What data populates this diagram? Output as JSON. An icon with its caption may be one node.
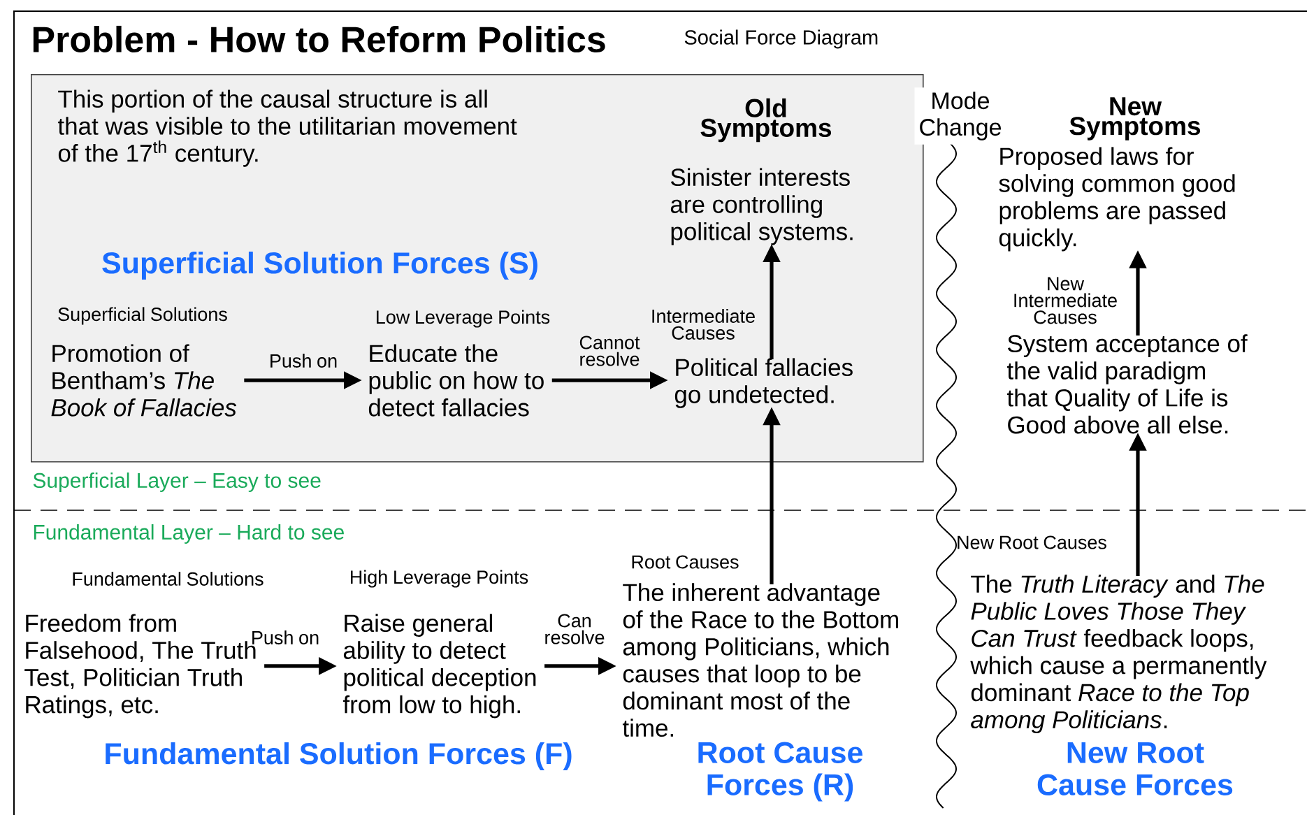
{
  "diagram": {
    "title": "Problem - How to Reform Politics",
    "nodes": [
      {
        "text": [
          "This portion of the causal structure is all that was visible to the utilitarian movement of the 17$^{th}$ century."
        ]
      },
      {
        "text": [
          "Old Symptoms",
          "Sinister interests are controlling political systems."
        ],
        "in": 0
      },
      {
        "text": [
          "Superficial Solutions",
          "Promotion of Bentham’s *The Book of Fallacies*"
        ],
        "in": 0
      },
      {
        "text": [
          "Low Leverage Points",
          "Educate the public on how to detect fallacies"
        ],
        "in": 0
      },
      {
        "text": [
          "Intermediate Causes",
          "Political fallacies go undetected."
        ],
        "in": 0
      },
      {
        "text": [
          "Fundamental Solutions",
          "Freedom from Falsehood, The Truth Test, Politician Truth Ratings, etc."
        ]
      },
      {
        "text": [
          "High Leverage Points",
          "Raise general ability to detect political deception from low to high."
        ]
      },
      {
        "text": [
          "Root Causes",
          "The inherent advantage of the Race to the Bottom among Politicians, which causes that loop to be dominant most of the time."
        ]
      },
      {
        "text": [
          "New Symptoms",
          "Proposed laws for solving common good problems are passed quickly."
        ]
      },
      {
        "text": [
          "New Intermediate Causes",
          "System acceptance of the valid paradigm that Quality of Life is Good above all else."
        ]
      },
      {
        "text": [
          "New Root Causes",
          "The *Truth Literacy* and *The Public Loves Those They Can Trust* feedback loops, which cause a permanently dominant *Race to the Top among Politicians*."
        ]
      }
    ],
    "edges": [
      {
        "from": 2,
        "to": 3,
        "arrow": "to",
        "label": "Push on"
      },
      {
        "from": 3,
        "to": 4,
        "arrow": "to",
        "label": "Cannot resolve"
      },
      {
        "from": 4,
        "to": 1,
        "arrow": "to"
      },
      {
        "from": 7,
        "to": 4,
        "arrow": "to"
      },
      {
        "from": 5,
        "to": 6,
        "arrow": "to",
        "label": "Push on"
      },
      {
        "from": 6,
        "to": 7,
        "arrow": "to",
        "label": "Can resolve"
      },
      {
        "from": 10,
        "to": 9,
        "arrow": "to"
      },
      {
        "from": 9,
        "to": 8,
        "arrow": "to"
      }
    ],
    "labels": [
      "Social Force Diagram",
      "Mode Change",
      "Superficial Solution Forces (S)",
      "Superficial Layer – Easy to see",
      "Fundamental Layer – Hard to see",
      "Fundamental Solution Forces (F)",
      "Root Cause Forces (R)",
      "New Root Cause Forces"
    ]
  }
}
